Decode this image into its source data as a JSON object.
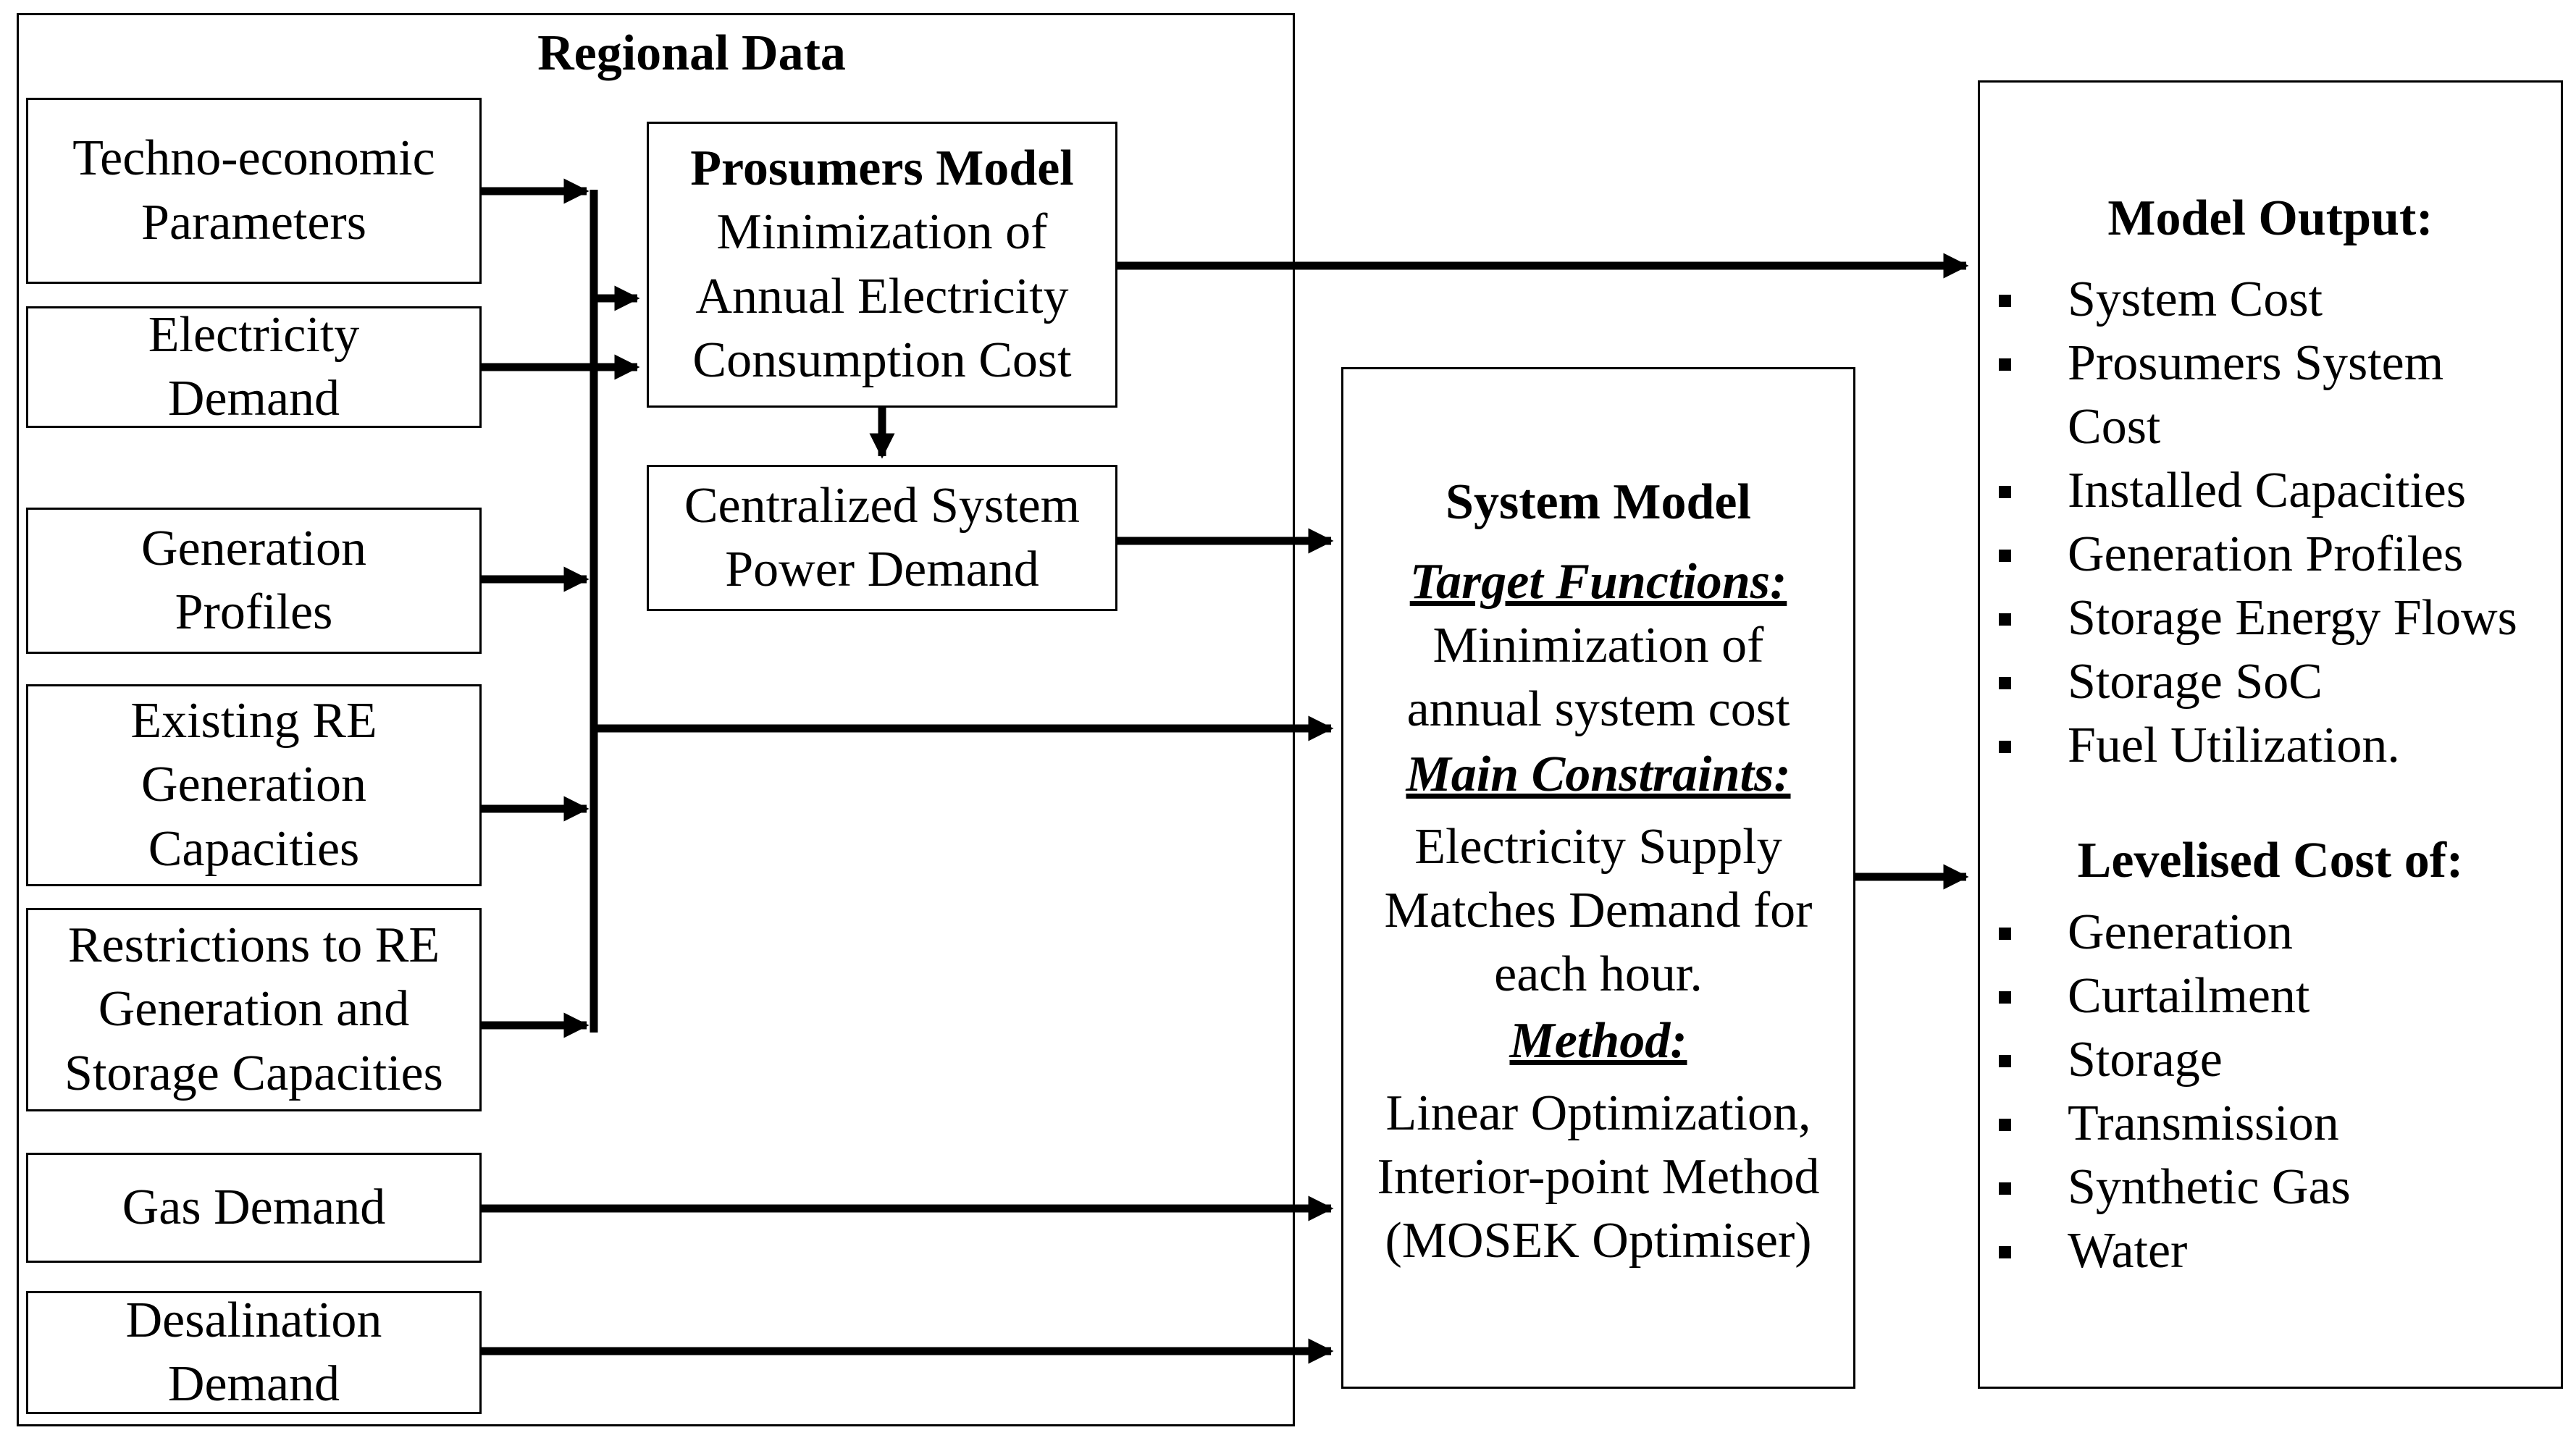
{
  "regional_data": {
    "title": "Regional Data",
    "inputs": [
      {
        "lines": [
          "Techno-economic",
          "Parameters"
        ]
      },
      {
        "lines": [
          "Electricity",
          "Demand"
        ]
      },
      {
        "lines": [
          "Generation",
          "Profiles"
        ]
      },
      {
        "lines": [
          "Existing RE",
          "Generation",
          "Capacities"
        ]
      },
      {
        "lines": [
          "Restrictions to RE",
          "Generation and",
          "Storage Capacities"
        ]
      },
      {
        "lines": [
          "Gas Demand"
        ]
      },
      {
        "lines": [
          "Desalination",
          "Demand"
        ]
      }
    ]
  },
  "prosumers_model": {
    "title": "Prosumers Model",
    "lines": [
      "Minimization of",
      "Annual Electricity",
      "Consumption Cost"
    ]
  },
  "centralized_demand": {
    "lines": [
      "Centralized System",
      "Power Demand"
    ]
  },
  "system_model": {
    "title": "System Model",
    "target_heading": "Target Functions:",
    "target_lines": [
      "Minimization of",
      "annual system cost"
    ],
    "constraints_heading": "Main Constraints:",
    "constraints_lines": [
      "Electricity Supply",
      "Matches Demand for",
      "each hour."
    ],
    "method_heading": "Method:",
    "method_lines": [
      "Linear Optimization,",
      "Interior-point Method",
      "(MOSEK Optimiser)"
    ]
  },
  "model_output": {
    "title": "Model Output:",
    "items": [
      "System Cost",
      "Prosumers System",
      "Cost",
      "Installed Capacities",
      "Generation Profiles",
      "Storage Energy Flows",
      "Storage SoC",
      "Fuel Utilization."
    ],
    "levelised_title": "Levelised Cost of:",
    "levelised_items": [
      "Generation",
      "Curtailment",
      "Storage",
      "Transmission",
      "Synthetic Gas",
      "Water"
    ]
  }
}
